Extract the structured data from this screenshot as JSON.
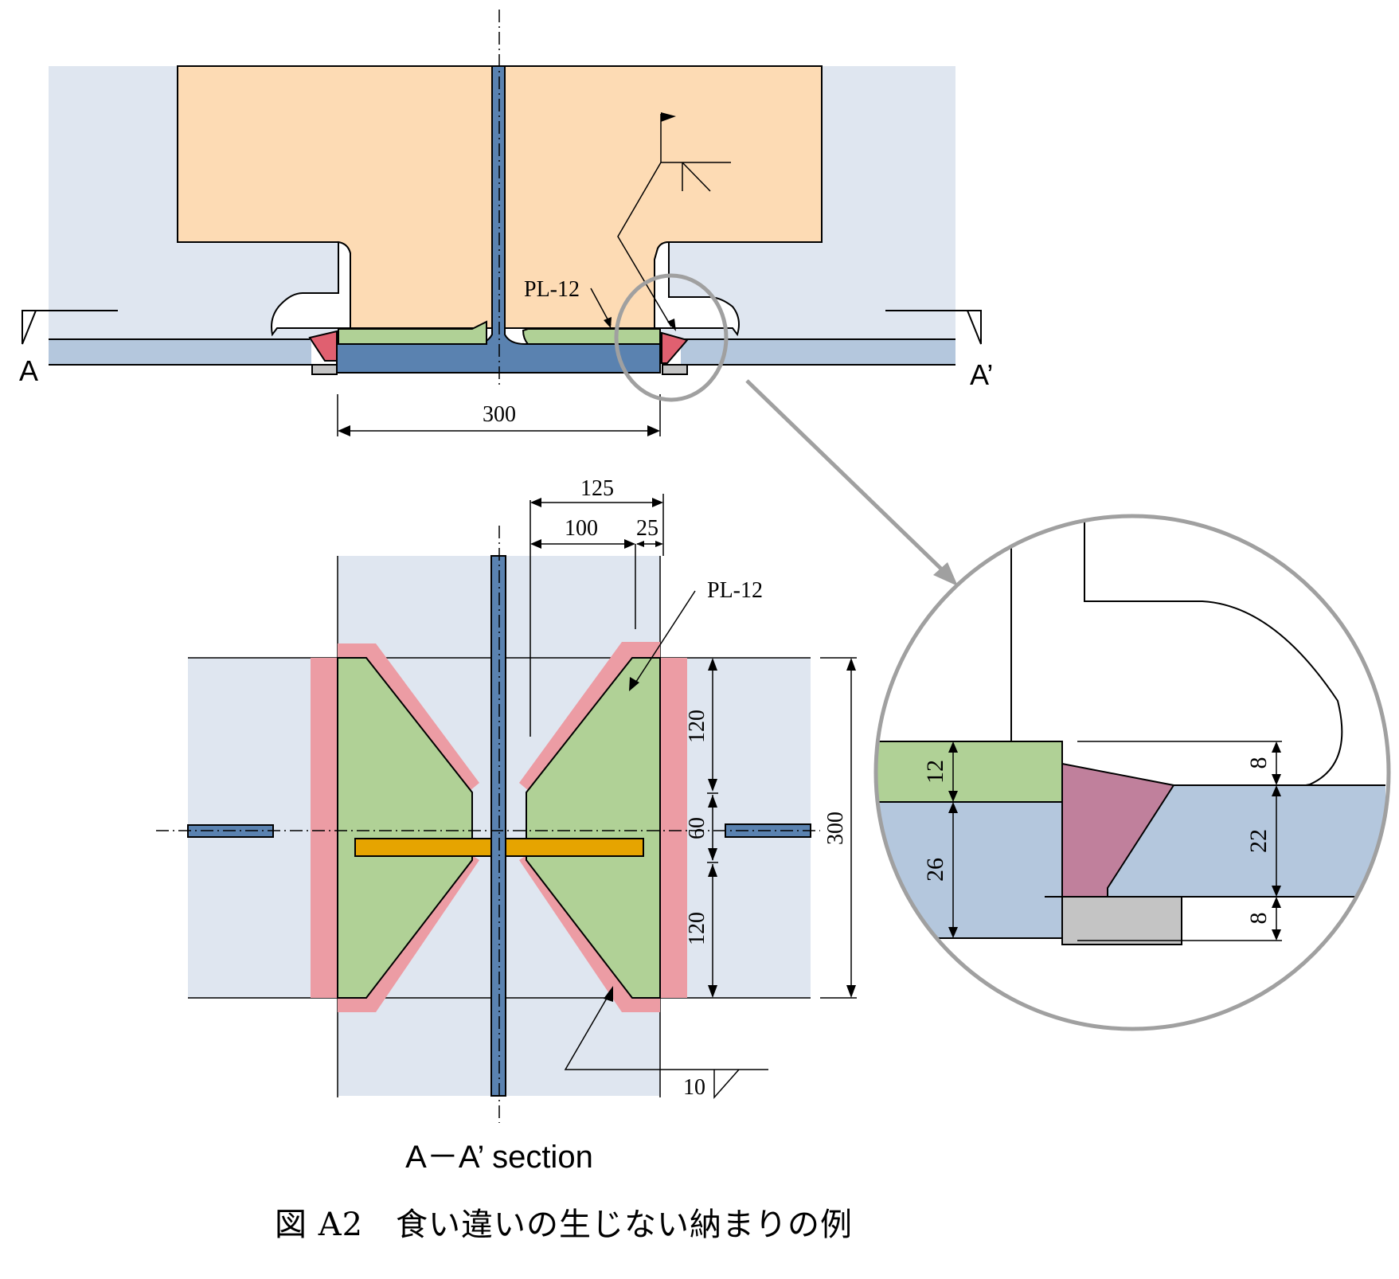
{
  "colors": {
    "column_bg": "#dfe6f0",
    "beam_flange": "#b4c7dd",
    "diaphragm_orange": "#fddbb4",
    "steel_blue": "#5a82b0",
    "plate_green": "#b0d196",
    "weld_red": "#e06070",
    "weld_pink": "#ec9ca4",
    "weld_mauve": "#c0809c",
    "backing_gray": "#c4c4c4",
    "stiffener_orange": "#e6a400",
    "magnifier_gray": "#a0a0a0"
  },
  "elevation": {
    "plate_label": "PL-12",
    "width_dim": "300",
    "section_left": "A",
    "section_right": "A’"
  },
  "plan": {
    "plate_label": "PL-12",
    "dims": {
      "total_top": "125",
      "inner_top": "100",
      "edge_top": "25",
      "upper": "120",
      "middle": "60",
      "lower": "120",
      "overall": "300"
    },
    "weld_size": "10",
    "title": "A－A’ section"
  },
  "detail": {
    "dims": {
      "plate": "12",
      "flange_left": "26",
      "offset_top": "8",
      "flange_right": "22",
      "offset_bottom": "8"
    }
  },
  "caption": "図 A2　食い違いの生じない納まりの例"
}
